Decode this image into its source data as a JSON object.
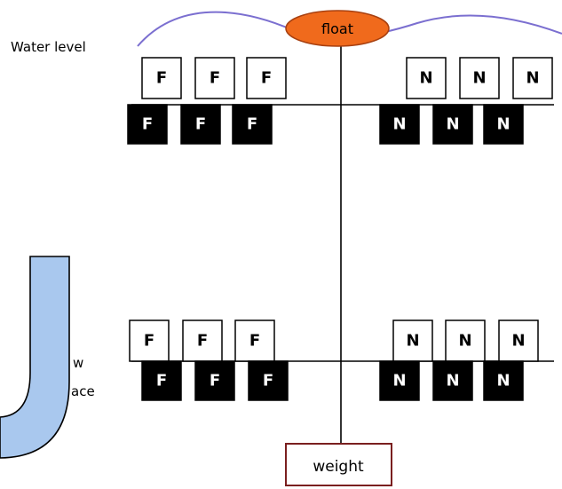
{
  "water_level_label": "Water level",
  "float_label": "float",
  "weight_label": "weight",
  "partial_label_1": "w",
  "partial_label_2": "ace",
  "upper_row": {
    "left_top": [
      "F",
      "F",
      "F"
    ],
    "left_bottom": [
      "F",
      "F",
      "F"
    ],
    "right_top": [
      "N",
      "N",
      "N"
    ],
    "right_bottom": [
      "N",
      "N",
      "N"
    ]
  },
  "lower_row": {
    "left_top": [
      "F",
      "F",
      "F"
    ],
    "left_bottom": [
      "F",
      "F",
      "F"
    ],
    "right_top": [
      "N",
      "N",
      "N"
    ],
    "right_bottom": [
      "N",
      "N",
      "N"
    ]
  },
  "colors": {
    "water_line": "#7b6fd0",
    "float_fill": "#f06a1c",
    "float_text": "#ffffff",
    "weight_border": "#7a1f1f",
    "tube_fill": "#a9c8ee",
    "dark_box": "#000000",
    "light_box": "#ffffff"
  }
}
